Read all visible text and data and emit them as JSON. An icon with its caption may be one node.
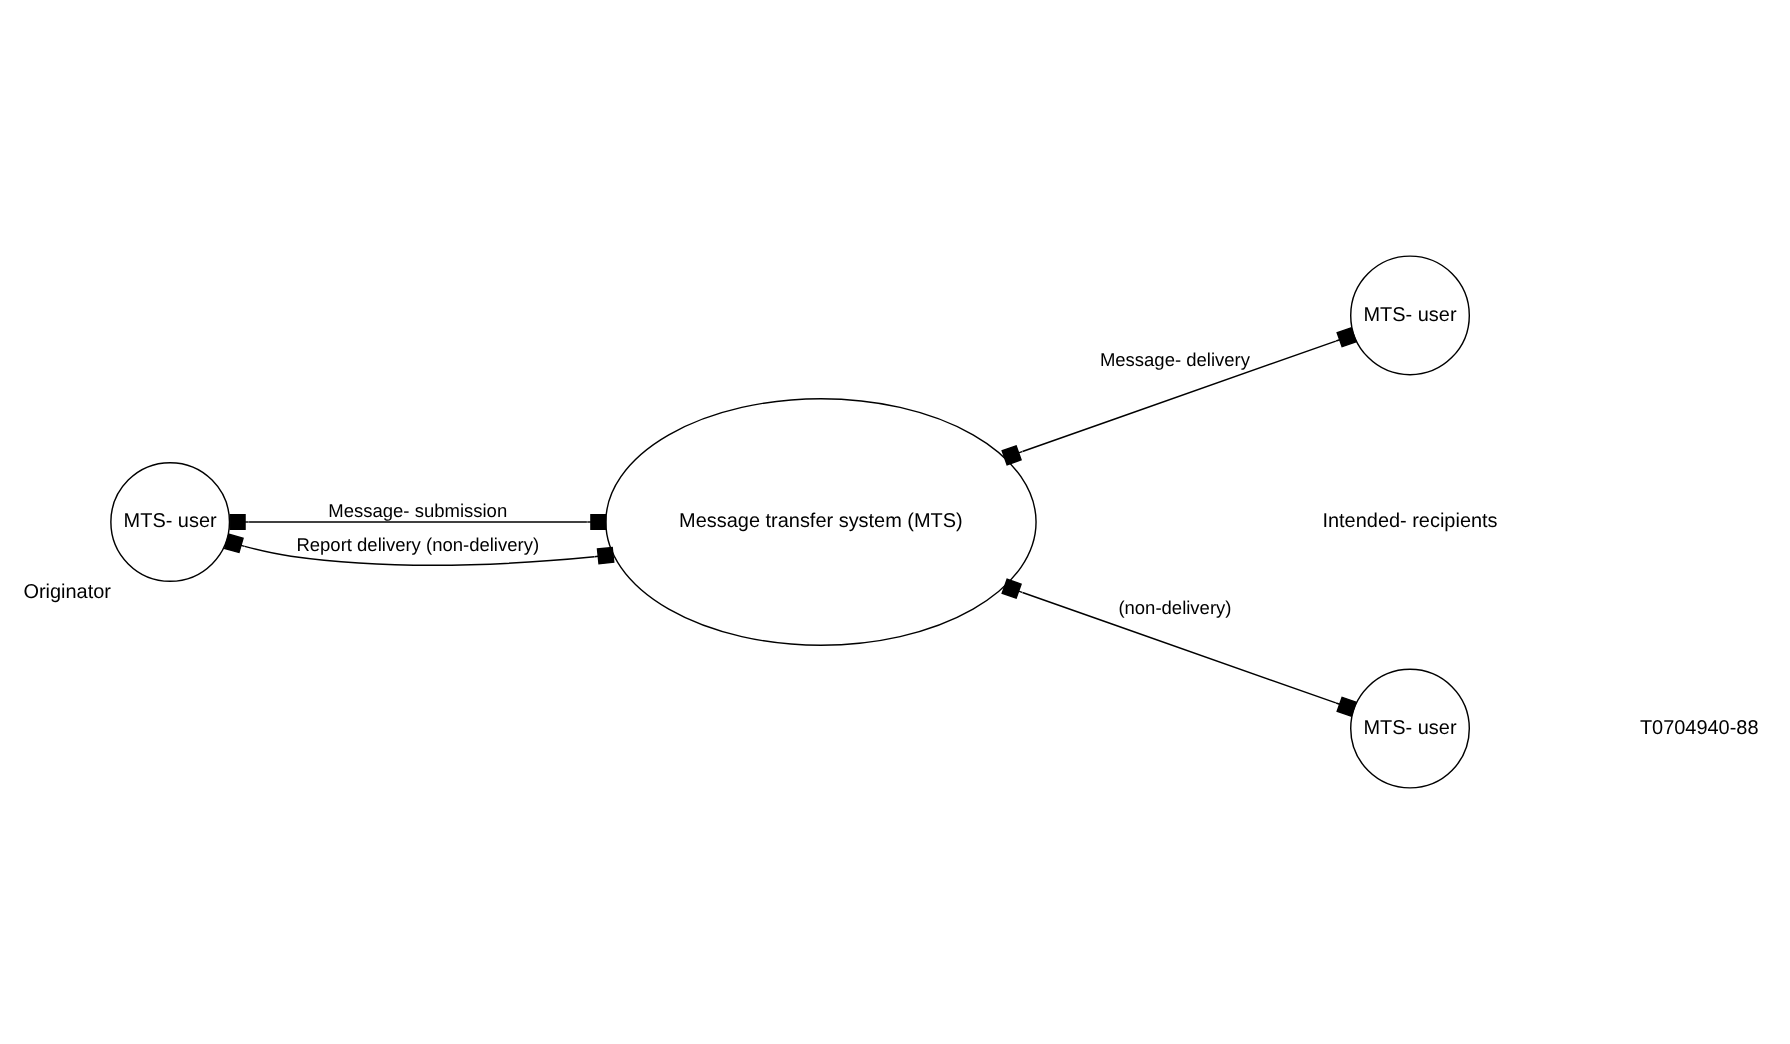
{
  "diagram": {
    "nodes": [
      {
        "text": [
          "MTS- user"
        ],
        "beside": [
          "Originator"
        ]
      },
      {
        "text": [
          "Message transfer system (MTS)"
        ]
      },
      {
        "text": [
          "MTS- user"
        ]
      },
      {
        "text": [
          "MTS- user"
        ]
      }
    ],
    "edges": [
      {
        "from": 0,
        "to": 1,
        "arrow": "other",
        "label": "Message- submission"
      },
      {
        "from": 1,
        "to": 0,
        "arrow": "other",
        "label": "Report delivery (non-delivery)"
      },
      {
        "from": 1,
        "to": 2,
        "arrow": "other",
        "label": "Message- delivery"
      },
      {
        "from": 1,
        "to": 3,
        "arrow": "other",
        "label": "(non-delivery)"
      }
    ],
    "labels": [
      "Intended- recipients",
      "T0704940-88"
    ]
  }
}
